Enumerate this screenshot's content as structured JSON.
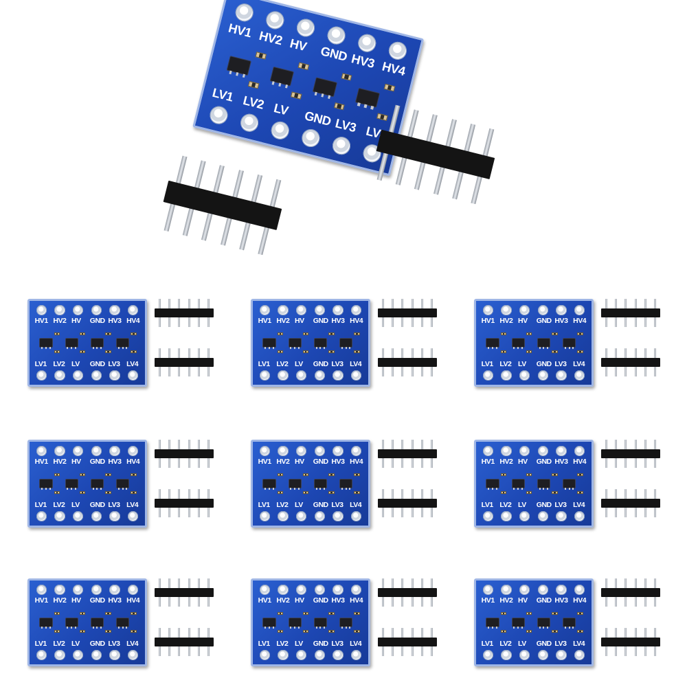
{
  "product": {
    "board_labels_top": [
      "HV1",
      "HV2",
      "HV",
      "GND",
      "HV3",
      "HV4"
    ],
    "board_labels_bottom": [
      "LV1",
      "LV2",
      "LV",
      "GND",
      "LV3",
      "LV4"
    ],
    "pins_per_header": 6,
    "headers_per_module": 2,
    "thumbnail_count": 9
  },
  "colors": {
    "pcb": "#1d47b3",
    "pad": "#e8ecf2",
    "header_body": "#141414",
    "pin": "#c8ccd2",
    "background": "#ffffff"
  }
}
